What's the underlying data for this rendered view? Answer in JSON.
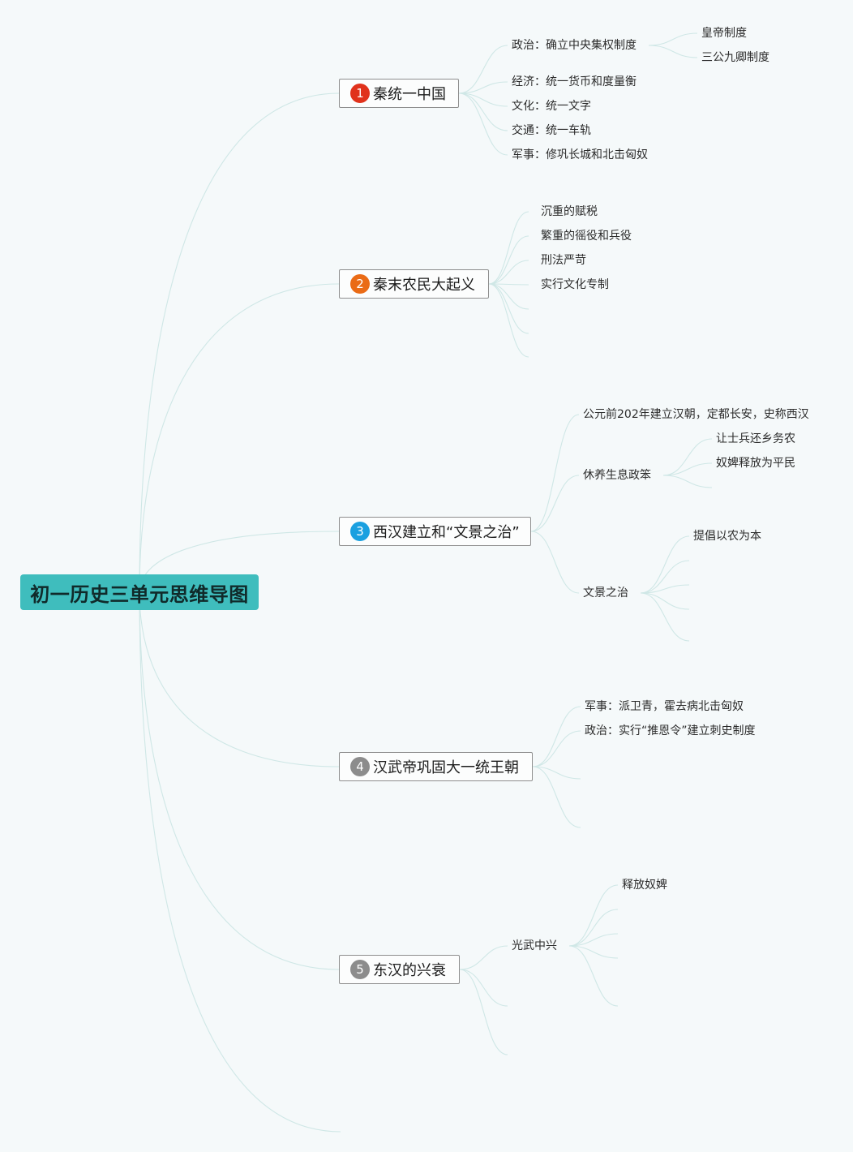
{
  "title": "初一历史三单元思维导图",
  "colors": {
    "root_bg": "#3fbdbd",
    "link": "#cfe7e6",
    "badge_1": "#e0321c",
    "badge_2": "#ea6b16",
    "badge_3": "#1aa0e0",
    "badge_4": "#8c8c8c",
    "badge_5": "#8c8c8c"
  },
  "branches": [
    {
      "number": "1",
      "label": "秦统一中国",
      "children": [
        {
          "label": "政治：确立中央集权制度",
          "children": [
            "皇帝制度",
            "三公九卿制度"
          ]
        },
        {
          "label": "经济：统一货币和度量衡"
        },
        {
          "label": "文化：统一文字"
        },
        {
          "label": "交通：统一车轨"
        },
        {
          "label": "军事：修巩长城和北击匈奴"
        }
      ]
    },
    {
      "number": "2",
      "label": "秦末农民大起义",
      "children": [
        {
          "label": "沉重的赋税"
        },
        {
          "label": "繁重的徭役和兵役"
        },
        {
          "label": "刑法严苛"
        },
        {
          "label": "实行文化专制"
        }
      ]
    },
    {
      "number": "3",
      "label": "西汉建立和“文景之治”",
      "children": [
        {
          "label": "公元前202年建立汉朝，定都长安，史称西汉"
        },
        {
          "label": "休养生息政笨",
          "children": [
            "让士兵还乡务农",
            "奴婢释放为平民"
          ]
        },
        {
          "label": "文景之治",
          "children": [
            "提倡以农为本"
          ]
        }
      ]
    },
    {
      "number": "4",
      "label": "汉武帝巩固大一统王朝",
      "children": [
        {
          "label": "军事：派卫青，霍去病北击匈奴"
        },
        {
          "label": "政治：实行“推恩令”建立刺史制度"
        }
      ]
    },
    {
      "number": "5",
      "label": "东汉的兴衰",
      "children": [
        {
          "label": "光武中兴",
          "children": [
            "释放奴婢"
          ]
        }
      ]
    }
  ]
}
